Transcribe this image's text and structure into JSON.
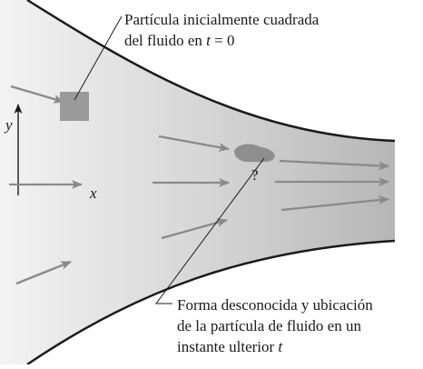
{
  "labels": {
    "initial_particle": {
      "line1": "Partícula inicialmente cuadrada",
      "line2_prefix": "del fluido en ",
      "line2_var": "t",
      "line2_suffix": " = 0"
    },
    "final_particle": {
      "line1": "Forma desconocida y ubicación",
      "line2": "de la partícula de fluido en un",
      "line3_prefix": "instante ulterior ",
      "line3_var": "t"
    },
    "axis_x": "x",
    "axis_y": "y",
    "question_mark": "?"
  },
  "colors": {
    "channel_light": "#f2f2f2",
    "channel_dark": "#b9b9b9",
    "wall": "#1a1a1a",
    "flow_arrow": "#8a8a8a",
    "particle": "#9a9a9a",
    "axis": "#1a1a1a"
  }
}
